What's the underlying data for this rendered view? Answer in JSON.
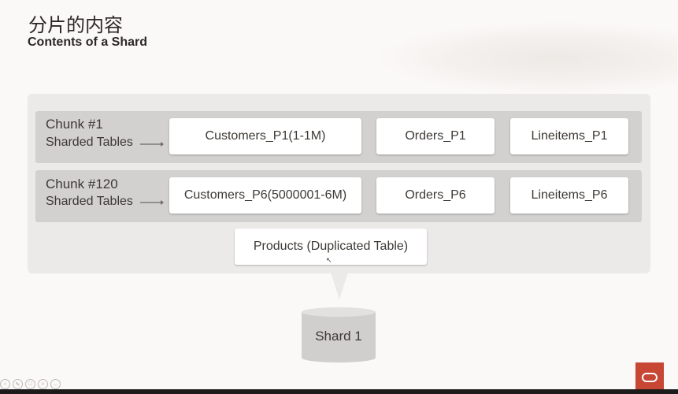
{
  "slide": {
    "title_cn": "分片的内容",
    "title_en": "Contents of a Shard"
  },
  "chunks": [
    {
      "title": "Chunk #1",
      "subtitle": "Sharded Tables",
      "tables": [
        "Customers_P1(1-1M)",
        "Orders_P1",
        "Lineitems_P1"
      ]
    },
    {
      "title": "Chunk #120",
      "subtitle": "Sharded Tables",
      "tables": [
        "Customers_P6(5000001-6M)",
        "Orders_P6",
        "Lineitems_P6"
      ]
    }
  ],
  "duplicated_table": "Products (Duplicated Table)",
  "shard_label": "Shard 1",
  "icons": {
    "arrow": "right-arrow-icon",
    "database": "database-cylinder-icon",
    "logo": "oracle-logo-icon"
  },
  "colors": {
    "logo_red": "#c74634",
    "panel": "#ebeae9",
    "row": "#d2d1cf"
  }
}
